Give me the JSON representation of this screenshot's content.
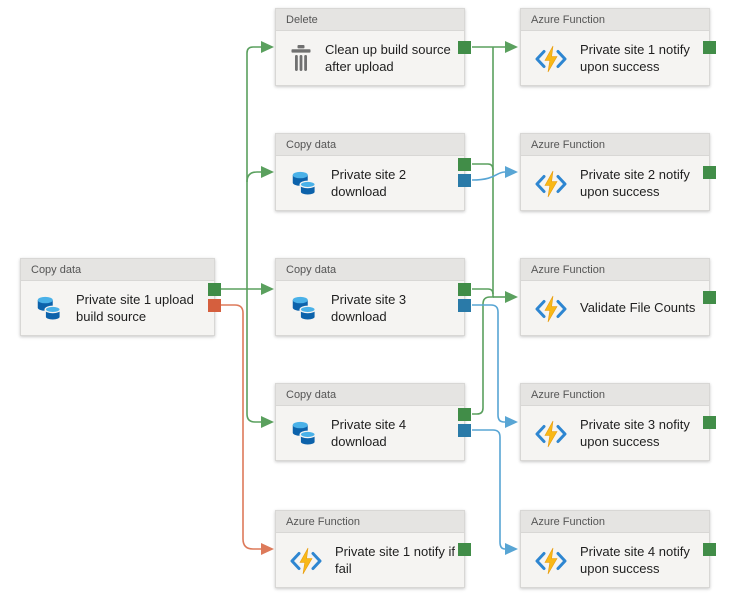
{
  "palette": {
    "edge_green": "#5aa05e",
    "edge_blue": "#58a5d4",
    "edge_red": "#dd7a5a",
    "port_green": "#418d48",
    "port_blue": "#2a7aa8",
    "port_red": "#d55f3e",
    "node_bg": "#f5f4f2",
    "node_header_bg": "#e5e4e2",
    "node_border": "#d8d7d5",
    "header_text": "#555555",
    "title_text": "#1f1f1f",
    "canvas_bg": "#ffffff",
    "icon_gray": "#707070",
    "db_dark": "#0c62ab",
    "db_light": "#4ab1e8",
    "fn_bracket": "#2e86d1",
    "fn_bolt": "#f8b817"
  },
  "nodes": [
    {
      "id": "copy-upload",
      "type": "Copy data",
      "title": "Private site 1 upload build source",
      "icon": "copy-data-icon"
    },
    {
      "id": "delete-cleanup",
      "type": "Delete",
      "title": "Clean up build source after upload",
      "icon": "delete-icon"
    },
    {
      "id": "copy-site2",
      "type": "Copy data",
      "title": "Private site 2 download",
      "icon": "copy-data-icon"
    },
    {
      "id": "copy-site3",
      "type": "Copy data",
      "title": "Private site 3 download",
      "icon": "copy-data-icon"
    },
    {
      "id": "copy-site4",
      "type": "Copy data",
      "title": "Private site 4 download",
      "icon": "copy-data-icon"
    },
    {
      "id": "fn-notify-fail",
      "type": "Azure Function",
      "title": "Private site 1 notify if fail",
      "icon": "azure-function-icon"
    },
    {
      "id": "fn-notify1",
      "type": "Azure Function",
      "title": "Private site 1 notify upon success",
      "icon": "azure-function-icon"
    },
    {
      "id": "fn-notify2",
      "type": "Azure Function",
      "title": "Private site 2 notify upon success",
      "icon": "azure-function-icon"
    },
    {
      "id": "fn-validate",
      "type": "Azure Function",
      "title": "Validate File Counts",
      "icon": "azure-function-icon"
    },
    {
      "id": "fn-notify3",
      "type": "Azure Function",
      "title": "Private site 3 nofity upon success",
      "icon": "azure-function-icon"
    },
    {
      "id": "fn-notify4",
      "type": "Azure Function",
      "title": "Private site 4 notify upon success",
      "icon": "azure-function-icon"
    }
  ],
  "edges": [
    {
      "from": "copy-upload",
      "to": "delete-cleanup",
      "on": "success"
    },
    {
      "from": "copy-upload",
      "to": "copy-site2",
      "on": "success"
    },
    {
      "from": "copy-upload",
      "to": "copy-site3",
      "on": "success"
    },
    {
      "from": "copy-upload",
      "to": "copy-site4",
      "on": "success"
    },
    {
      "from": "copy-upload",
      "to": "fn-notify-fail",
      "on": "failure"
    },
    {
      "from": "delete-cleanup",
      "to": "fn-notify1",
      "on": "success"
    },
    {
      "from": "delete-cleanup",
      "to": "fn-validate",
      "on": "success"
    },
    {
      "from": "copy-site2",
      "to": "fn-validate",
      "on": "success"
    },
    {
      "from": "copy-site2",
      "to": "fn-notify2",
      "on": "completion"
    },
    {
      "from": "copy-site3",
      "to": "fn-validate",
      "on": "success"
    },
    {
      "from": "copy-site3",
      "to": "fn-notify3",
      "on": "completion"
    },
    {
      "from": "copy-site4",
      "to": "fn-validate",
      "on": "success"
    },
    {
      "from": "copy-site4",
      "to": "fn-notify4",
      "on": "completion"
    }
  ]
}
